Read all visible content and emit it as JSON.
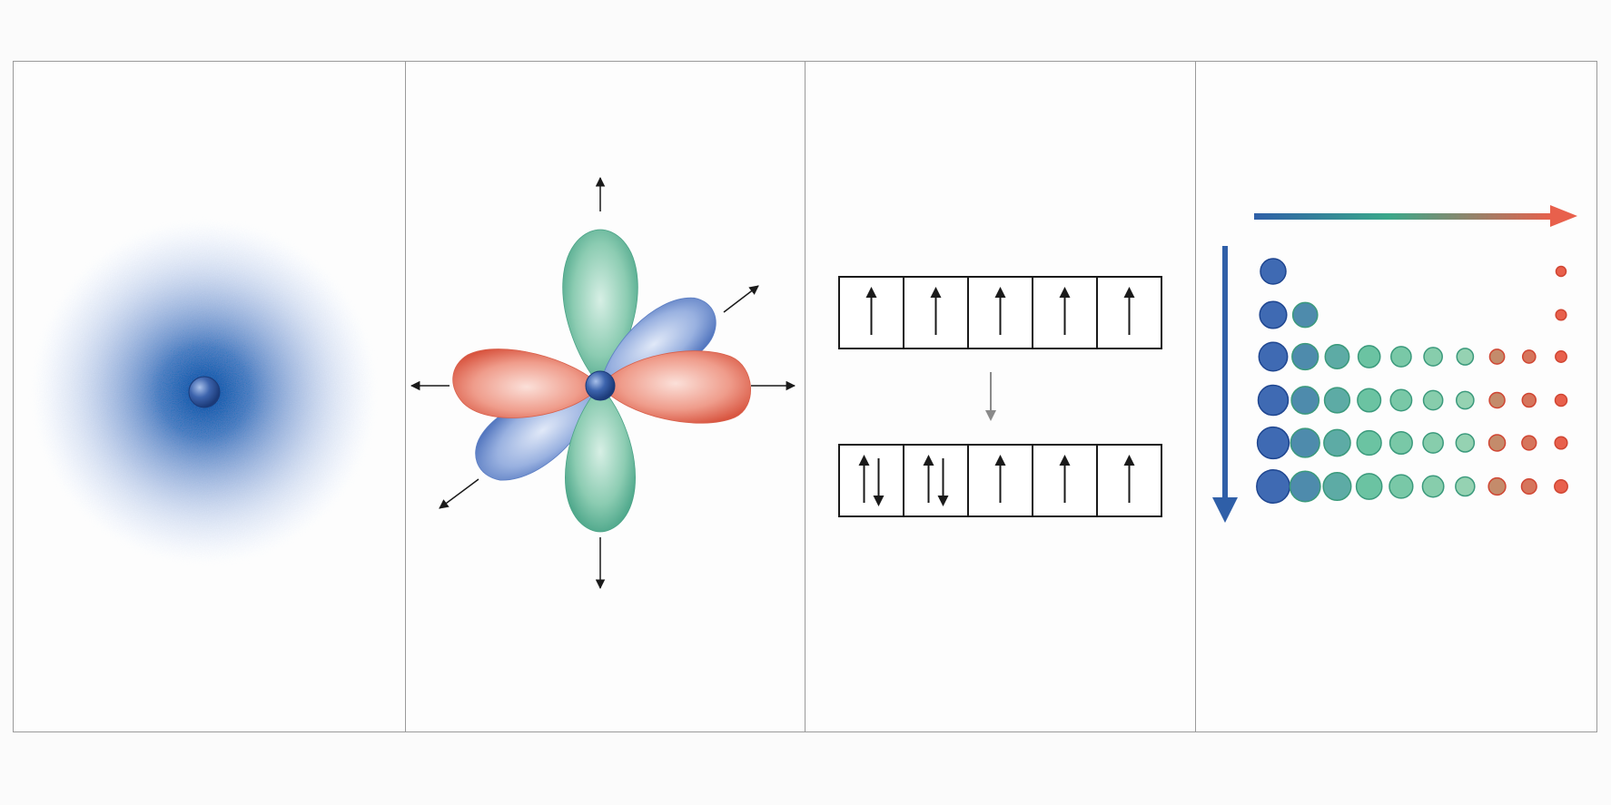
{
  "panels": [
    {
      "id": "electron-cloud",
      "icon": "s-orbital-cloud-icon"
    },
    {
      "id": "p-orbitals",
      "icon": "p-orbitals-icon",
      "lobe_colors": {
        "z": "#5fb89a",
        "x": "#e56d5c",
        "y": "#6f8fd4"
      }
    },
    {
      "id": "orbital-filling",
      "icon": "orbital-boxes-icon",
      "before": [
        "up",
        "up",
        "up",
        "up",
        "up"
      ],
      "after": [
        "pair",
        "pair",
        "up",
        "up",
        "up"
      ]
    },
    {
      "id": "periodic-trend",
      "icon": "atomic-radius-trend-icon",
      "rows": [
        [
          1,
          0,
          0,
          0,
          0,
          0,
          0,
          0,
          0,
          1
        ],
        [
          1,
          1,
          0,
          0,
          0,
          0,
          0,
          0,
          0,
          1
        ],
        [
          1,
          1,
          1,
          1,
          1,
          1,
          1,
          1,
          1,
          1
        ],
        [
          1,
          1,
          1,
          1,
          1,
          1,
          1,
          1,
          1,
          1
        ],
        [
          1,
          1,
          1,
          1,
          1,
          1,
          1,
          1,
          1,
          1
        ],
        [
          1,
          1,
          1,
          1,
          1,
          1,
          1,
          1,
          1,
          1
        ]
      ]
    }
  ],
  "colors": {
    "blue": "#2f5fa8",
    "teal": "#3aa88a",
    "red": "#e8604c",
    "line": "#1a1a1a",
    "gray_arrow": "#8a8a8a",
    "border": "#9a9a9a"
  }
}
